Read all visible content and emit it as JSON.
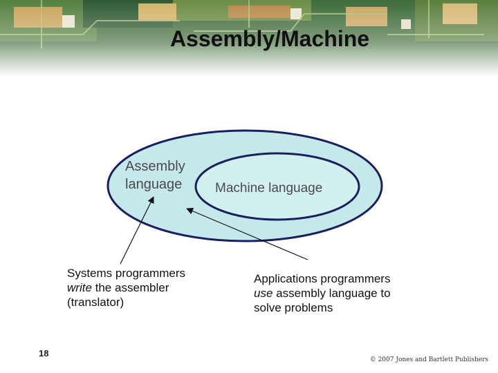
{
  "slide": {
    "title": "Assembly/Machine",
    "number": "18",
    "copyright": "© 2007 Jones and Bartlett Publishers"
  },
  "diagram": {
    "outer_label_line1": "Assembly",
    "outer_label_line2": "language",
    "inner_label": "Machine language",
    "outer_fill": "#c5e9ea",
    "inner_fill": "#d2f0f0",
    "stroke": "#1a1f5e",
    "label_color": "#4a4a4a"
  },
  "captions": {
    "left": {
      "line1": "Systems programmers",
      "line2_em": "write",
      "line2_rest": " the assembler",
      "line3": "(translator)"
    },
    "right": {
      "line1": "Applications programmers",
      "line2_em": "use",
      "line2_rest": " assembly language to",
      "line3": "solve problems"
    }
  }
}
